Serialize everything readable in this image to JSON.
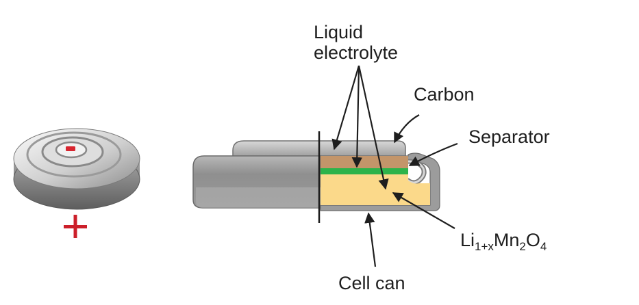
{
  "labels": {
    "liquid_line1": "Liquid",
    "liquid_line2": "electrolyte",
    "carbon": "Carbon",
    "separator": "Separator",
    "cathode_li": "Li",
    "cathode_sub": "1+x",
    "cathode_mn": "Mn",
    "cathode_sub2": "2",
    "cathode_o": "O",
    "cathode_sub4": "4",
    "cell_can": "Cell can"
  },
  "coin": {
    "negative_symbol": "-",
    "positive_symbol": "+"
  },
  "colors": {
    "cathode": "#fbd98a",
    "carbon_layer": "#c3956a",
    "separator": "#2db34a",
    "can_gray": "#8a8a8a",
    "can_light": "#c9c9c9",
    "plus_red": "#cc1f2a",
    "minus_red": "#d8252f"
  }
}
